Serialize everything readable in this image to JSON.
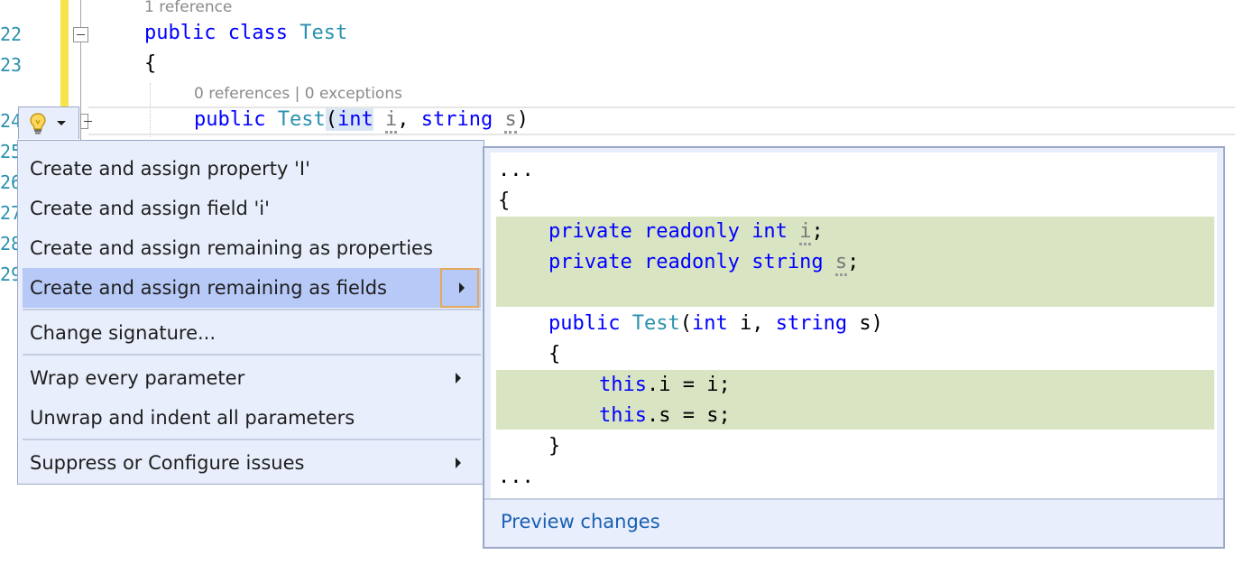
{
  "editor": {
    "line_numbers": [
      {
        "label": "22"
      },
      {
        "label": "23"
      },
      {
        "label": "24"
      },
      {
        "label": "25"
      },
      {
        "label": "26"
      },
      {
        "label": "27"
      },
      {
        "label": "28"
      },
      {
        "label": "29"
      }
    ],
    "codelens_class": "1 reference",
    "line22": {
      "kw1": "public",
      "kw2": "class",
      "name": "Test"
    },
    "line23": "{",
    "codelens_ctor": {
      "refs": "0 references",
      "sep": "|",
      "exceptions": "0 exceptions"
    },
    "line24": {
      "kw": "public",
      "name": "Test",
      "open": "(",
      "type1": "int",
      "p1": "i",
      "comma": ",",
      "type2": "string",
      "p2": "s",
      "close": ")"
    }
  },
  "lightbulb": {
    "icon": "lightbulb-icon",
    "dropdown_icon": "caret-down-icon"
  },
  "menu": {
    "items": [
      {
        "label": "Create and assign property 'I'"
      },
      {
        "label": "Create and assign field 'i'"
      },
      {
        "label": "Create and assign remaining as properties"
      },
      {
        "label": "Create and assign remaining as fields",
        "selected": true,
        "has_submenu": true
      },
      {
        "label": "Change signature..."
      },
      {
        "label": "Wrap every parameter",
        "has_submenu": true
      },
      {
        "label": "Unwrap and indent all parameters"
      },
      {
        "label": "Suppress or Configure issues",
        "has_submenu": true
      }
    ]
  },
  "preview": {
    "lines": {
      "ellipsis_top": "...",
      "brace_open": "{",
      "field1": {
        "kw1": "private",
        "kw2": "readonly",
        "type": "int",
        "name": "i",
        "end": ";"
      },
      "field2": {
        "kw1": "private",
        "kw2": "readonly",
        "type": "string",
        "name": "s",
        "end": ";"
      },
      "ctor": {
        "kw": "public",
        "name": "Test",
        "open": "(",
        "type1": "int",
        "rest1": " i, ",
        "type2": "string",
        "rest2": " s)"
      },
      "ctor_open": "{",
      "assign1": {
        "kw": "this",
        "rest": ".i = i;"
      },
      "assign2": {
        "kw": "this",
        "rest": ".s = s;"
      },
      "ctor_close": "}",
      "ellipsis_bottom": "..."
    },
    "link_label": "Preview changes"
  },
  "colors": {
    "keyword": "#0000ff",
    "type": "#2b91af",
    "line_number": "#2b91af",
    "menu_bg": "#e8eefb",
    "menu_selected": "#b7c9f6",
    "diff_added": "#d8e4c2",
    "change_bar": "#f5e54a",
    "link": "#1a5fb4"
  }
}
